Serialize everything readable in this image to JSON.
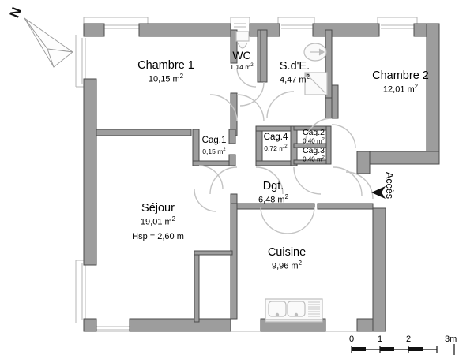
{
  "plan": {
    "compass": {
      "label": "N",
      "icon": "north-arrow-icon"
    },
    "access": {
      "label": "Accès",
      "icon": "access-arrow-icon"
    },
    "units": "m²",
    "colors": {
      "wall_fill": "#9d9d9d",
      "wall_stroke": "#4a4a4a",
      "thin_line": "#b4b4b4",
      "door_arc": "#c3c3c3",
      "fixture": "#bdbdbd",
      "text": "#000000",
      "background": "#ffffff"
    },
    "rooms": [
      {
        "name": "Chambre 1",
        "area": "10,15 m",
        "sup": "2"
      },
      {
        "name": "WC",
        "area": "1,14 m",
        "sup": "2"
      },
      {
        "name": "S.d'E.",
        "area": "4,47 m",
        "sup": "2"
      },
      {
        "name": "Chambre 2",
        "area": "12,01 m",
        "sup": "2"
      },
      {
        "name": "Cag.1",
        "area": "0,15 m",
        "sup": "2"
      },
      {
        "name": "Cag.4",
        "area": "0,72 m",
        "sup": "2"
      },
      {
        "name": "Cag.2",
        "area": "0,40 m",
        "sup": "2"
      },
      {
        "name": "Cag.3",
        "area": "0,40 m",
        "sup": "2"
      },
      {
        "name": "Dgt.",
        "area": "6,48 m",
        "sup": "2"
      },
      {
        "name": "Séjour",
        "area": "19,01 m",
        "sup": "2",
        "extra": "Hsp = 2,60 m"
      },
      {
        "name": "Cuisine",
        "area": "9,96 m",
        "sup": "2"
      }
    ],
    "scale": {
      "ticks": [
        "0",
        "1",
        "2"
      ],
      "unit": "3m"
    }
  }
}
